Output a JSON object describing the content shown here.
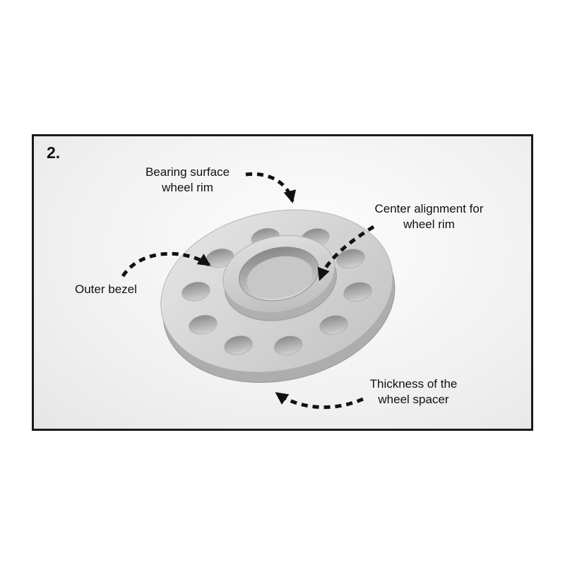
{
  "diagram": {
    "step_number": "2.",
    "labels": {
      "bearing_surface": {
        "line1": "Bearing surface",
        "line2": "wheel rim"
      },
      "center_alignment": {
        "line1": "Center alignment for",
        "line2": "wheel rim"
      },
      "outer_bezel": {
        "line1": "Outer bezel"
      },
      "thickness": {
        "line1": "Thickness of the",
        "line2": "wheel spacer"
      }
    },
    "colors": {
      "frame_border": "#1a1a1a",
      "arrow": "#111111",
      "text": "#111111",
      "spacer_light": "#e2e2e2",
      "spacer_mid": "#c6c6c6",
      "spacer_dark": "#a8a8a8",
      "hole_shadow": "#8c8c8c",
      "background": "#f3f3f3"
    }
  }
}
